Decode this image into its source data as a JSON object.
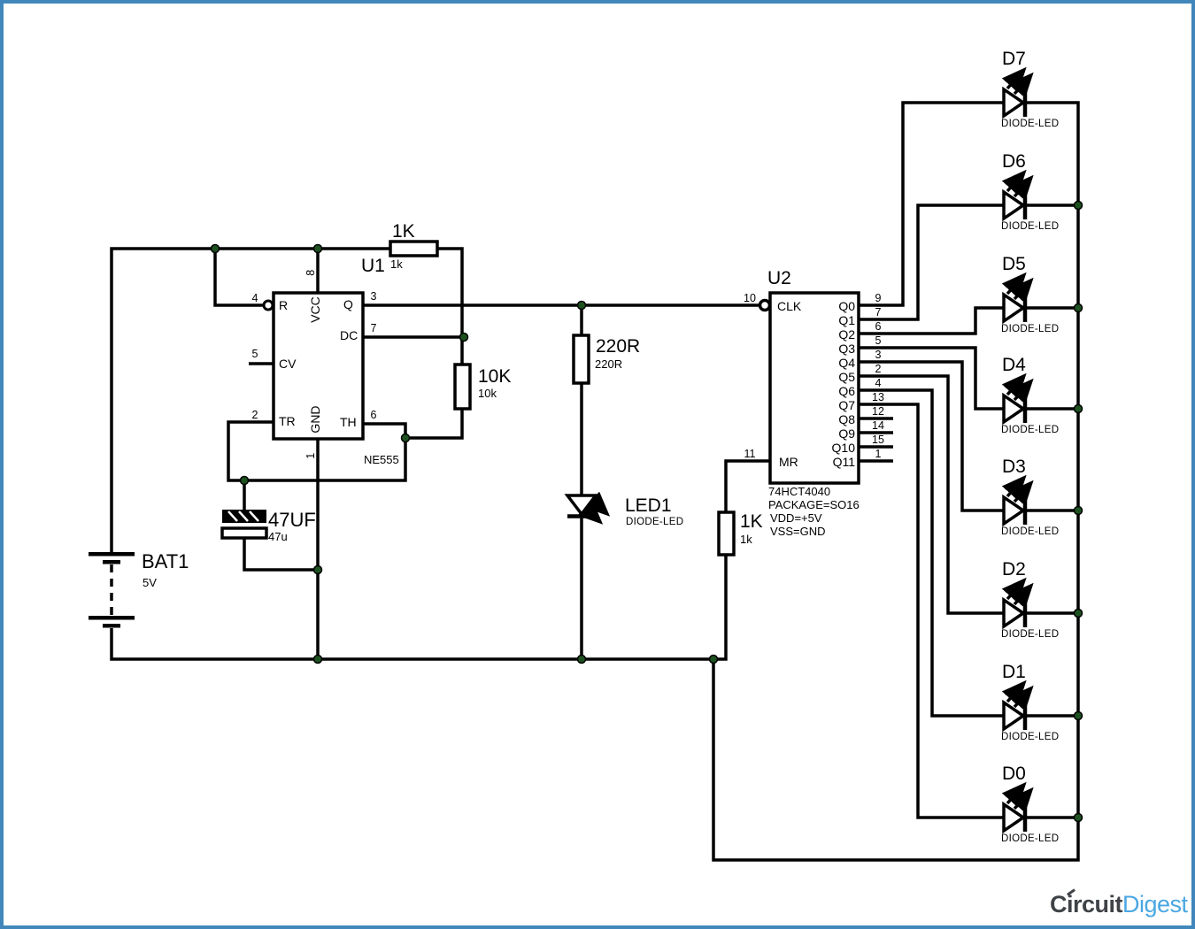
{
  "colors": {
    "border": "#4187bb",
    "wire": "#000000",
    "junction": "#1d5220",
    "logo_circuit": "#3f4347",
    "logo_digest": "#4aa7e2"
  },
  "battery": {
    "ref": "BAT1",
    "value": "5V"
  },
  "r1": {
    "value": "1K",
    "value_small": "1k"
  },
  "r2": {
    "value": "10K",
    "value_small": "10k"
  },
  "r3": {
    "value": "220R",
    "value_small": "220R"
  },
  "r4": {
    "value": "1K",
    "value_small": "1k"
  },
  "capacitor": {
    "value": "47UF",
    "value_small": "47u"
  },
  "led1": {
    "ref": "LED1",
    "type": "DIODE-LED"
  },
  "u1": {
    "ref": "U1",
    "part": "NE555",
    "pins": {
      "r": {
        "name": "R",
        "num": "4"
      },
      "cv": {
        "name": "CV",
        "num": "5"
      },
      "tr": {
        "name": "TR",
        "num": "2"
      },
      "vcc": {
        "name": "VCC",
        "num": "8"
      },
      "gnd": {
        "name": "GND",
        "num": "1"
      },
      "q": {
        "name": "Q",
        "num": "3"
      },
      "dc": {
        "name": "DC",
        "num": "7"
      },
      "th": {
        "name": "TH",
        "num": "6"
      }
    }
  },
  "u2": {
    "ref": "U2",
    "part": "74HCT4040",
    "attr1": "PACKAGE=SO16",
    "attr2": "VDD=+5V",
    "attr3": "VSS=GND",
    "left_pins": [
      {
        "name": "CLK",
        "num": "10"
      },
      {
        "name": "MR",
        "num": "11"
      }
    ],
    "right_pins": [
      {
        "name": "Q0",
        "num": "9"
      },
      {
        "name": "Q1",
        "num": "7"
      },
      {
        "name": "Q2",
        "num": "6"
      },
      {
        "name": "Q3",
        "num": "5"
      },
      {
        "name": "Q4",
        "num": "3"
      },
      {
        "name": "Q5",
        "num": "2"
      },
      {
        "name": "Q6",
        "num": "4"
      },
      {
        "name": "Q7",
        "num": "13"
      },
      {
        "name": "Q8",
        "num": "12"
      },
      {
        "name": "Q9",
        "num": "14"
      },
      {
        "name": "Q10",
        "num": "15"
      },
      {
        "name": "Q11",
        "num": "1"
      }
    ]
  },
  "leds": [
    {
      "name": "D7",
      "type": "DIODE-LED"
    },
    {
      "name": "D6",
      "type": "DIODE-LED"
    },
    {
      "name": "D5",
      "type": "DIODE-LED"
    },
    {
      "name": "D4",
      "type": "DIODE-LED"
    },
    {
      "name": "D3",
      "type": "DIODE-LED"
    },
    {
      "name": "D2",
      "type": "DIODE-LED"
    },
    {
      "name": "D1",
      "type": "DIODE-LED"
    },
    {
      "name": "D0",
      "type": "DIODE-LED"
    }
  ],
  "logo": {
    "part1": "Circuit",
    "part2": "Digest"
  }
}
